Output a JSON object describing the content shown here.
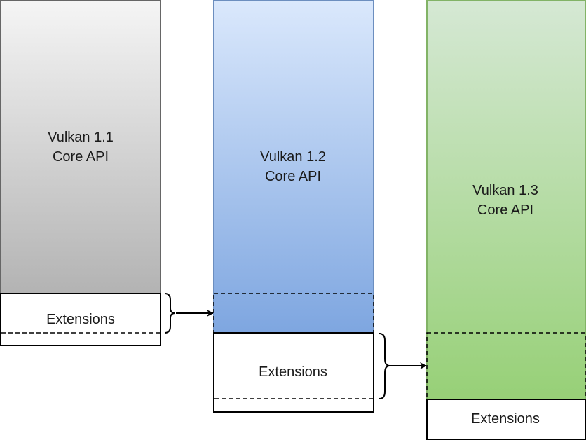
{
  "diagram": {
    "versions": [
      {
        "id": "vulkan-1-1",
        "title_line1": "Vulkan 1.1",
        "title_line2": "Core API",
        "fill_top": "#f5f5f5",
        "fill_bottom": "#b3b3b3",
        "stroke": "#666666",
        "extensions_label": "Extensions"
      },
      {
        "id": "vulkan-1-2",
        "title_line1": "Vulkan 1.2",
        "title_line2": "Core API",
        "fill_top": "#dae8fc",
        "fill_bottom": "#7ea6e0",
        "stroke": "#6c8ebf",
        "extensions_label": "Extensions"
      },
      {
        "id": "vulkan-1-3",
        "title_line1": "Vulkan 1.3",
        "title_line2": "Core API",
        "fill_top": "#d5e8d4",
        "fill_bottom": "#97d077",
        "stroke": "#82b366",
        "extensions_label": "Extensions"
      }
    ],
    "connections": [
      {
        "from": "vulkan-1-1 extensions (promoted part)",
        "to": "vulkan-1-2 core"
      },
      {
        "from": "vulkan-1-2 extensions (promoted part)",
        "to": "vulkan-1-3 core"
      }
    ]
  }
}
